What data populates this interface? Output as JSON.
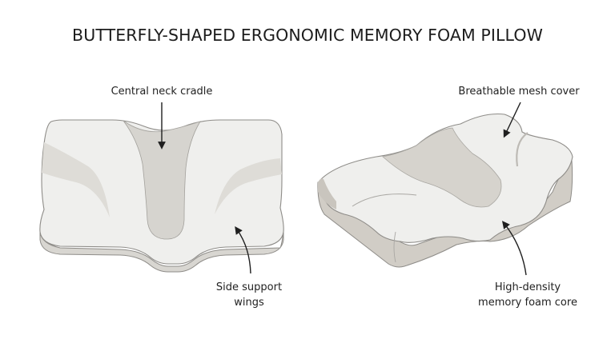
{
  "title": "BUTTERFLY-SHAPED ERGONOMIC MEMORY FOAM PILLOW",
  "figures": [
    {
      "id": "top-view",
      "view": "front/top view of pillow",
      "labels": [
        {
          "text": "Central neck cradle",
          "points_to": "central neck cradle"
        },
        {
          "line1": "Side support",
          "line2": "wings",
          "points_to": "side support wing"
        }
      ]
    },
    {
      "id": "perspective-view",
      "view": "3/4 perspective view of pillow",
      "labels": [
        {
          "text": "Breathable mesh cover",
          "points_to": "top cover surface"
        },
        {
          "line1": "High-density",
          "line2": "memory foam core",
          "points_to": "foam core body"
        }
      ]
    }
  ],
  "colors": {
    "cover_light": "#efefed",
    "cradle_mid": "#d7d5d0",
    "side_dark": "#cdc9c2",
    "outline": "#8e8c88",
    "arrow": "#1f1f1f"
  }
}
